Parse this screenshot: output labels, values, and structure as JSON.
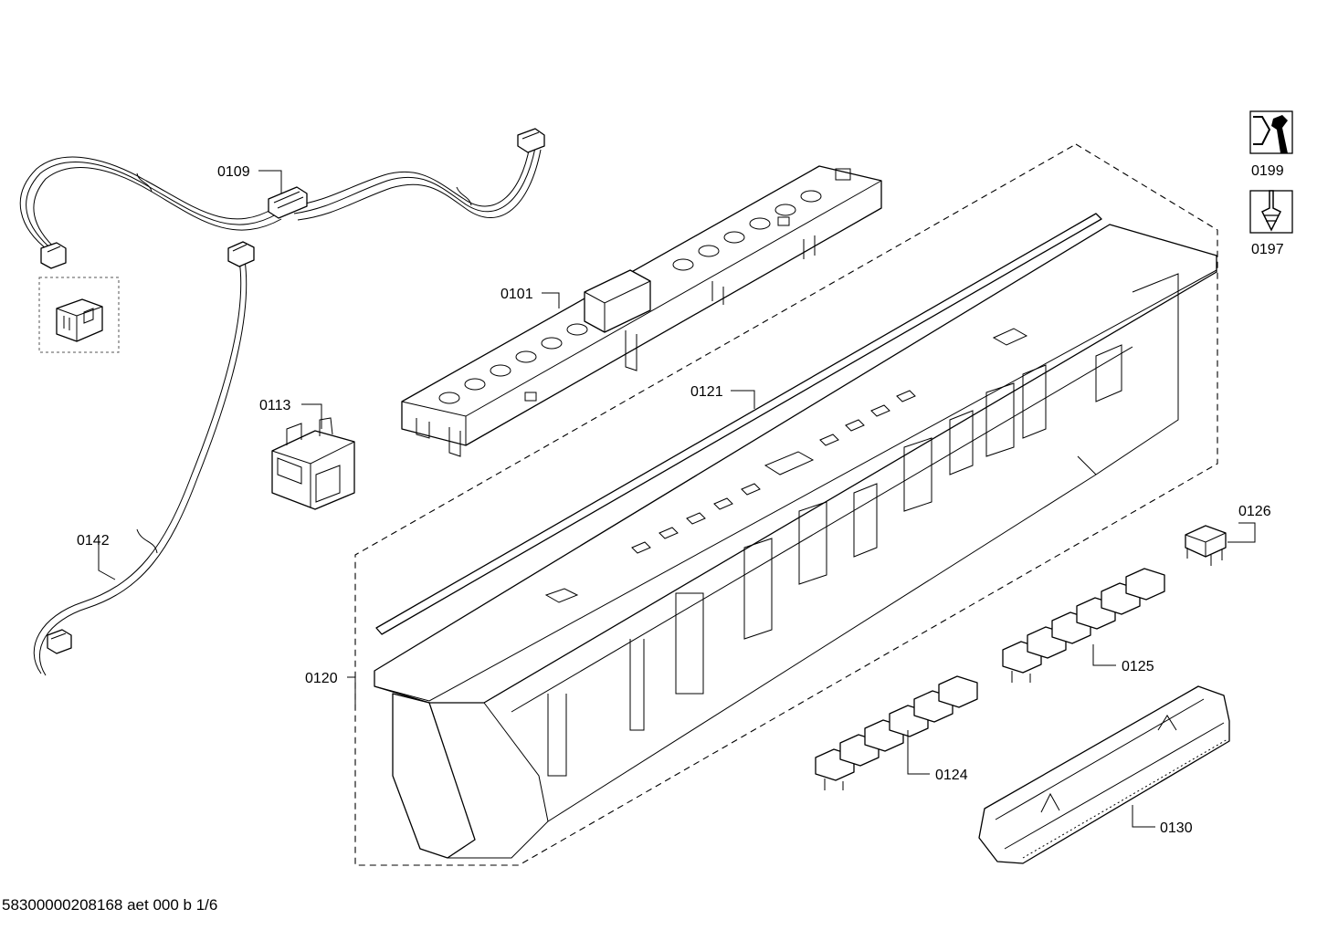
{
  "callouts": {
    "c0109": "0109",
    "c0101": "0101",
    "c0113": "0113",
    "c0121": "0121",
    "c0142": "0142",
    "c0120": "0120",
    "c0126": "0126",
    "c0125": "0125",
    "c0124": "0124",
    "c0130": "0130",
    "c0199": "0199",
    "c0197": "0197"
  },
  "tool_icons": [
    "wrench-icon",
    "screwdriver-icon"
  ],
  "footer": {
    "document_id": "58300000208168 aet 000 b 1/6"
  }
}
